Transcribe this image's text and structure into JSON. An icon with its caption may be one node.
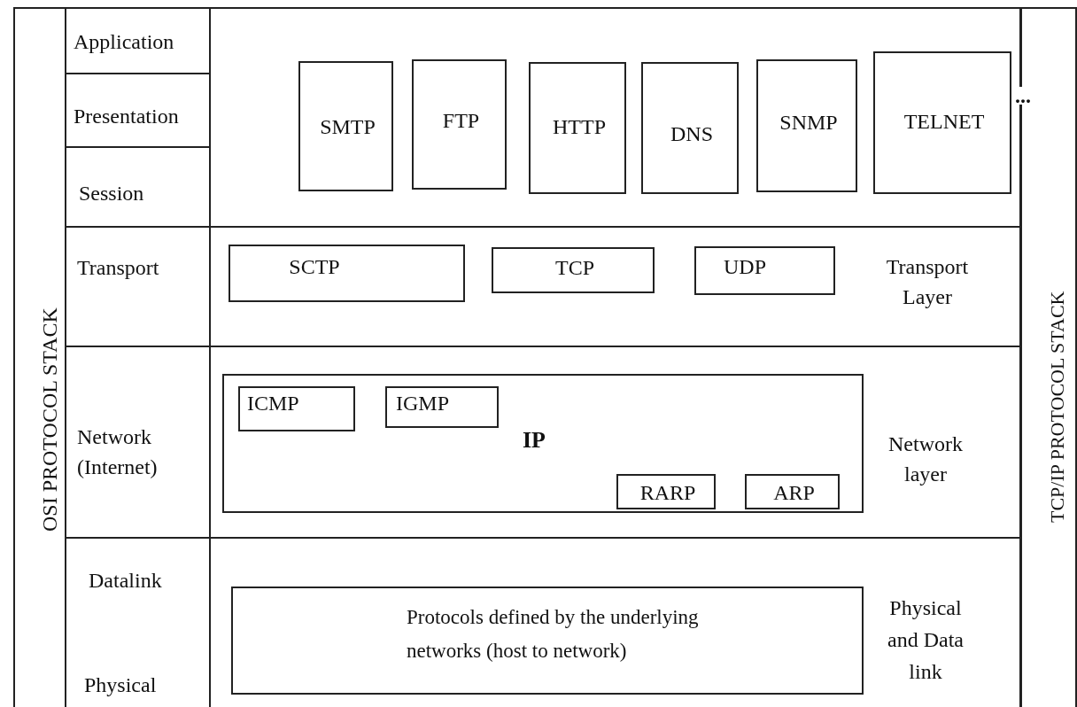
{
  "diagram": {
    "nodes": [
      {
        "text": [
          "OSI PROTOCOL STACK"
        ]
      },
      {
        "text": [
          "Application"
        ]
      },
      {
        "text": [
          "Presentation"
        ]
      },
      {
        "text": [
          "Session"
        ]
      },
      {
        "text": [
          "Transport"
        ]
      },
      {
        "text": [
          "Network (Internet)"
        ]
      },
      {
        "text": [
          "Datalink",
          "Physical"
        ]
      },
      {
        "text": [],
        "shape": "box"
      },
      {
        "text": [
          "SMTP"
        ],
        "in": 7
      },
      {
        "text": [
          "FTP"
        ],
        "in": 7
      },
      {
        "text": [
          "HTTP"
        ],
        "in": 7
      },
      {
        "text": [
          "DNS"
        ],
        "in": 7
      },
      {
        "text": [
          "SNMP"
        ],
        "in": 7
      },
      {
        "text": [
          "TELNET"
        ],
        "in": 7
      },
      {
        "text": [
          "Transport Layer"
        ]
      },
      {
        "text": [
          "SCTP"
        ],
        "in": 14
      },
      {
        "text": [
          "TCP"
        ],
        "in": 14
      },
      {
        "text": [
          "UDP"
        ],
        "in": 14
      },
      {
        "text": [
          "Network layer"
        ]
      },
      {
        "text": [
          "IP"
        ],
        "in": 18
      },
      {
        "text": [
          "ICMP"
        ],
        "in": 19
      },
      {
        "text": [
          "IGMP"
        ],
        "in": 19
      },
      {
        "text": [
          "RARP"
        ],
        "in": 19
      },
      {
        "text": [
          "ARP"
        ],
        "in": 19
      },
      {
        "text": [
          "Physical and Data link"
        ]
      },
      {
        "text": [
          "Protocols defined by the underlying networks (host to network)"
        ],
        "in": 24
      },
      {
        "text": [
          "TCP/IP PROTOCOL STACK"
        ]
      }
    ],
    "labels": [
      "..."
    ]
  }
}
